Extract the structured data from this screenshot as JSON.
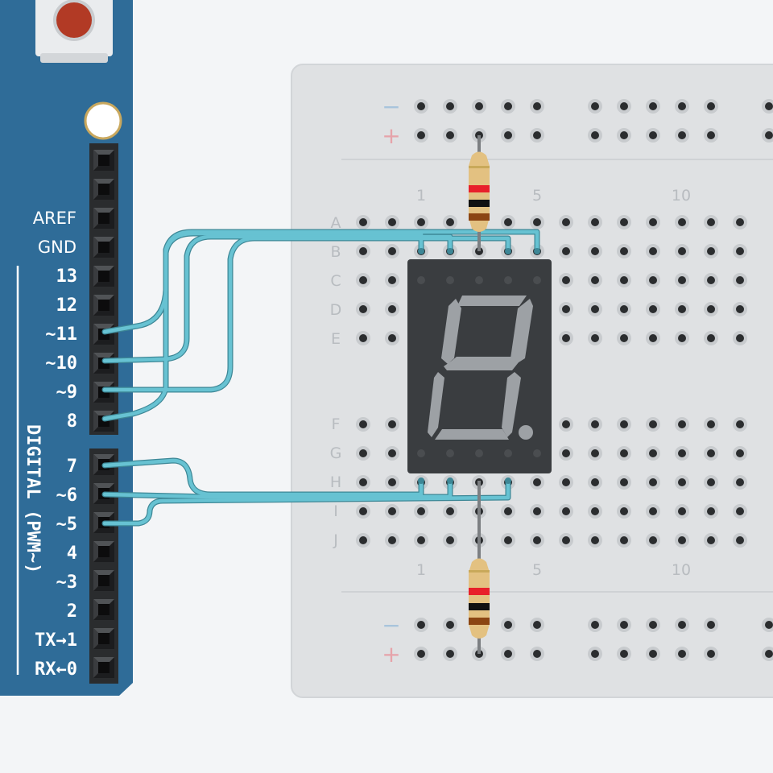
{
  "arduino": {
    "board_color": "#2f6c98",
    "header_labels": [
      "AREF",
      "GND"
    ],
    "pin_labels": [
      "13",
      "12",
      "~11",
      "~10",
      "~9",
      "8",
      "7",
      "~6",
      "~5",
      "4",
      "~3",
      "2",
      "TX→1",
      "RX←0"
    ],
    "digital_label": "DIGITAL (PWM~)"
  },
  "breadboard": {
    "row_letters_top": [
      "A",
      "B",
      "C",
      "D",
      "E"
    ],
    "row_letters_bottom": [
      "F",
      "G",
      "H",
      "I",
      "J"
    ],
    "column_numbers": [
      "1",
      "5",
      "10"
    ],
    "rail_minus": "−",
    "rail_plus": "+"
  },
  "components": {
    "resistor_band_colors": [
      "#e8202a",
      "#111111",
      "#8b4513"
    ],
    "wire_color": "#67c2d2",
    "display_color": "#3a3d40",
    "segment_color": "#9da1a5"
  }
}
